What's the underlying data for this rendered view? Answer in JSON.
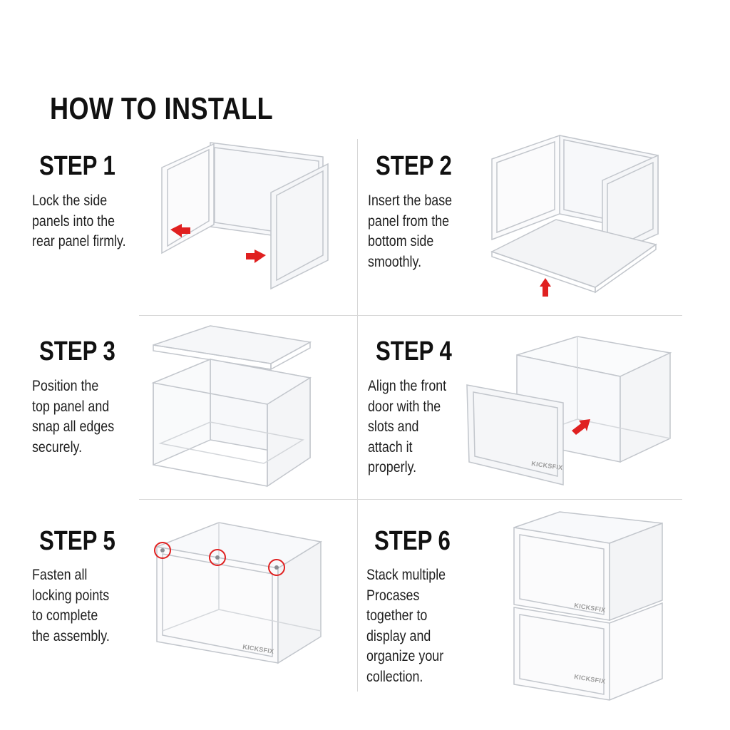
{
  "title": "HOW TO INSTALL",
  "brand": "KICKSFIX",
  "accent_color": "#e02020",
  "steps": [
    {
      "title": "STEP 1",
      "description": "Lock the side\npanels into the\nrear panel firmly."
    },
    {
      "title": "STEP 2",
      "description": "Insert the base\npanel from the\nbottom side\nsmoothly."
    },
    {
      "title": "STEP 3",
      "description": "Position the\ntop panel and\nsnap all edges\nsecurely."
    },
    {
      "title": "STEP 4",
      "description": "Align the front\ndoor with the\nslots and\nattach it\nproperly."
    },
    {
      "title": "STEP 5",
      "description": "Fasten all\nlocking points\nto complete\nthe assembly."
    },
    {
      "title": "STEP 6",
      "description": "Stack multiple\nProcases\ntogether to\ndisplay and\norganize your\ncollection."
    }
  ]
}
